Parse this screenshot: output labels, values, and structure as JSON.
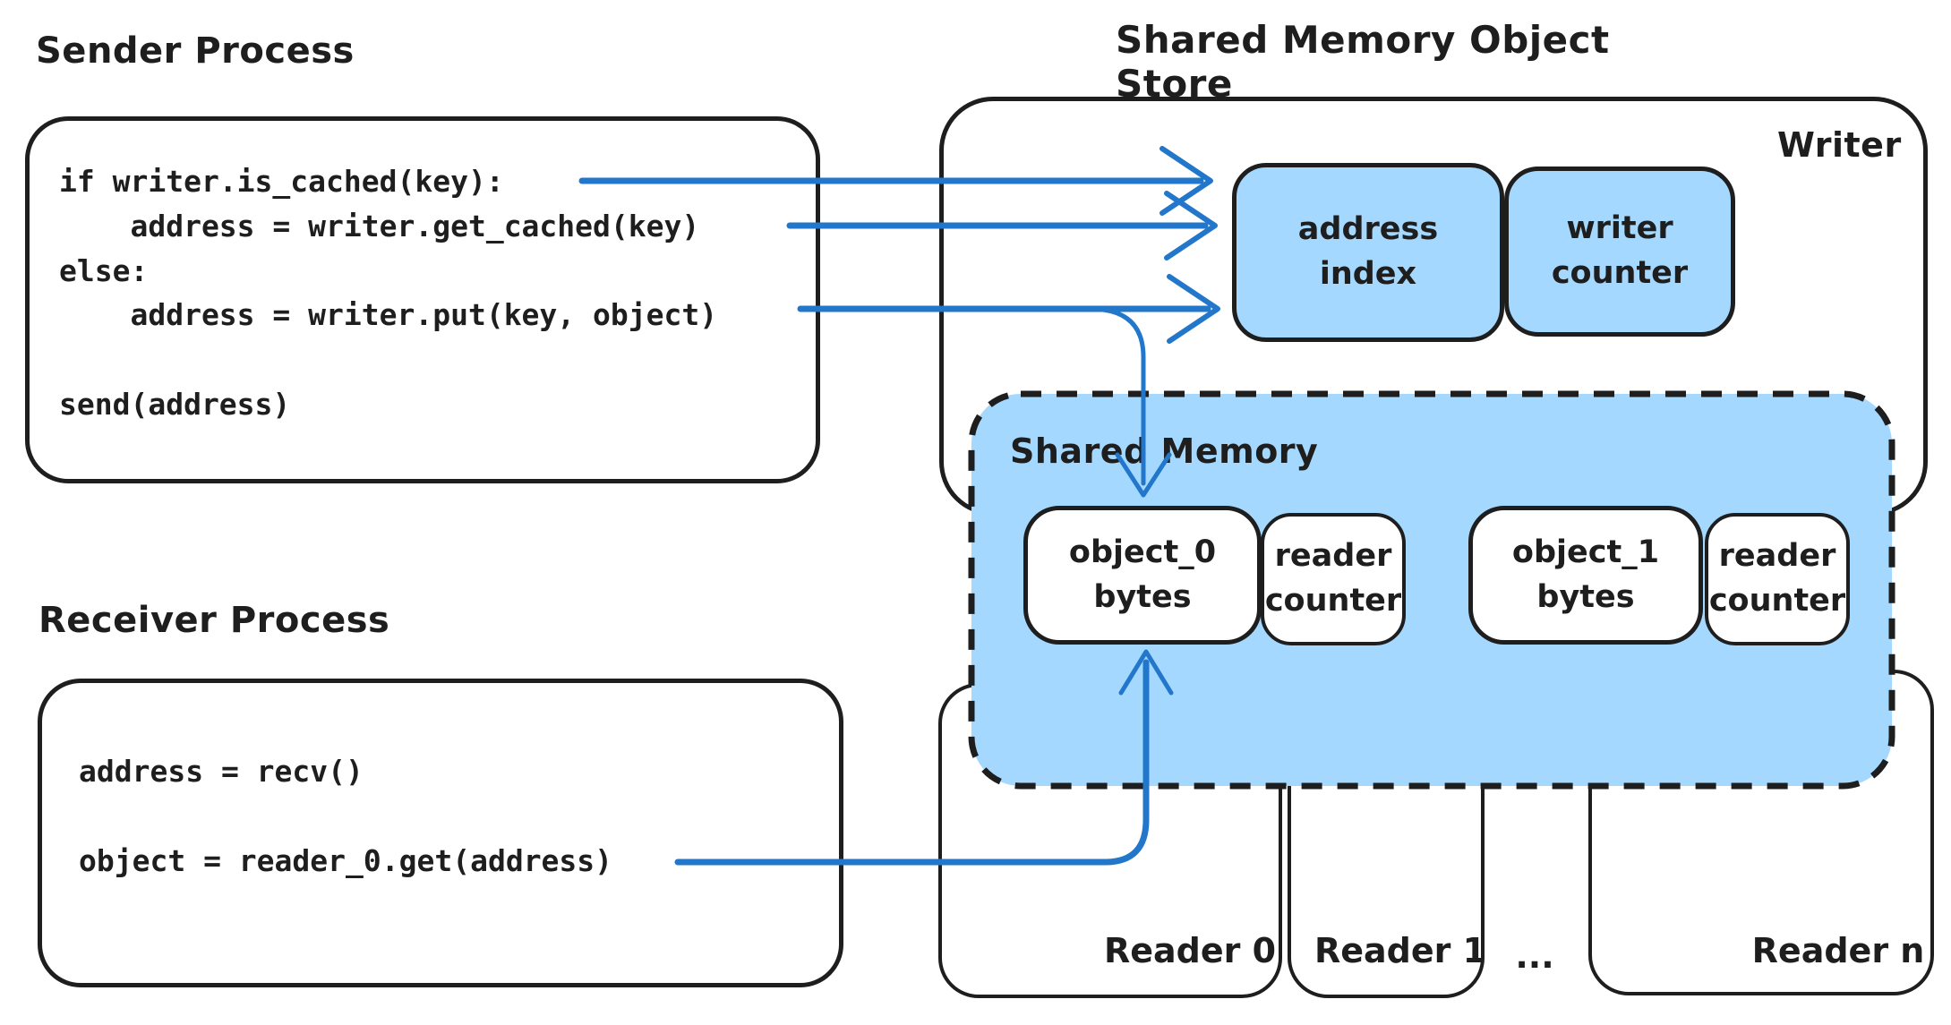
{
  "titles": {
    "sender": "Sender Process",
    "receiver": "Receiver Process",
    "store": "Shared Memory Object Store"
  },
  "sender_code": "if writer.is_cached(key):\n    address = writer.get_cached(key)\nelse:\n    address = writer.put(key, object)\n\nsend(address)",
  "receiver_code": "address = recv()\n\nobject = reader_0.get(address)",
  "writer": {
    "label": "Writer",
    "address_index_label": "address\nindex",
    "writer_counter_label": "writer\ncounter"
  },
  "shared_memory": {
    "label": "Shared Memory",
    "cells": [
      {
        "name": "object_0",
        "label": "object_0\nbytes"
      },
      {
        "name": "reader_counter_0",
        "label": "reader\ncounter"
      },
      {
        "name": "object_1",
        "label": "object_1\nbytes"
      },
      {
        "name": "reader_counter_1",
        "label": "reader\ncounter"
      }
    ]
  },
  "readers": [
    {
      "label": "Reader 0"
    },
    {
      "label": "Reader 1"
    },
    {
      "label": "..."
    },
    {
      "label": "Reader n"
    }
  ],
  "colors": {
    "ink": "#1e1e1e",
    "fill_blue": "#a5d8ff",
    "arrow_blue": "#2277cb"
  }
}
